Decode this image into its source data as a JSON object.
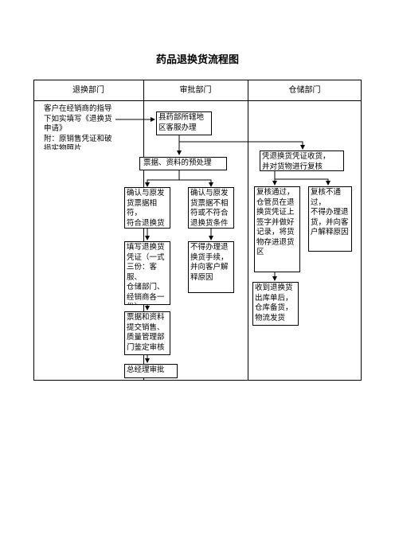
{
  "title": "药品退换货流程图",
  "columns": [
    "退换部门",
    "审批部门",
    "仓储部门"
  ],
  "nodes": {
    "n1": "客户在经销商的指导下如实填写《退换货申请》\n附：原销售凭证和破损实物照片",
    "n2": "县药部所辖地\n区客服办理",
    "n3": "票据、资料的预处理",
    "n4": "确认与原发\n货票据相符，\n符合退换货\n条件",
    "n5": "确认与原发\n货票据不相\n符或不符合\n退换货条件",
    "n6": "填写退换货\n凭证（一式\n三份：客服、\n仓储部门、\n经销商各一\n份）",
    "n7": "不得办理退\n换货手续，\n并向客户解\n释原因",
    "n8": "票据和资料\n提交销售、\n质量管理部\n门鉴定审核",
    "n9": "总经理审批",
    "n10": "凭退换货凭证收货，\n并对货物进行复核",
    "n11": "复核通过，\n仓管员在退\n换货凭证上\n签字并做好\n记录，将货\n物存进退货\n区",
    "n12": "复核不通过，\n不得办理退\n货，并向客\n户解释原因",
    "n13": "收到退换货\n出库单后，\n仓库备货，\n物流发货"
  }
}
